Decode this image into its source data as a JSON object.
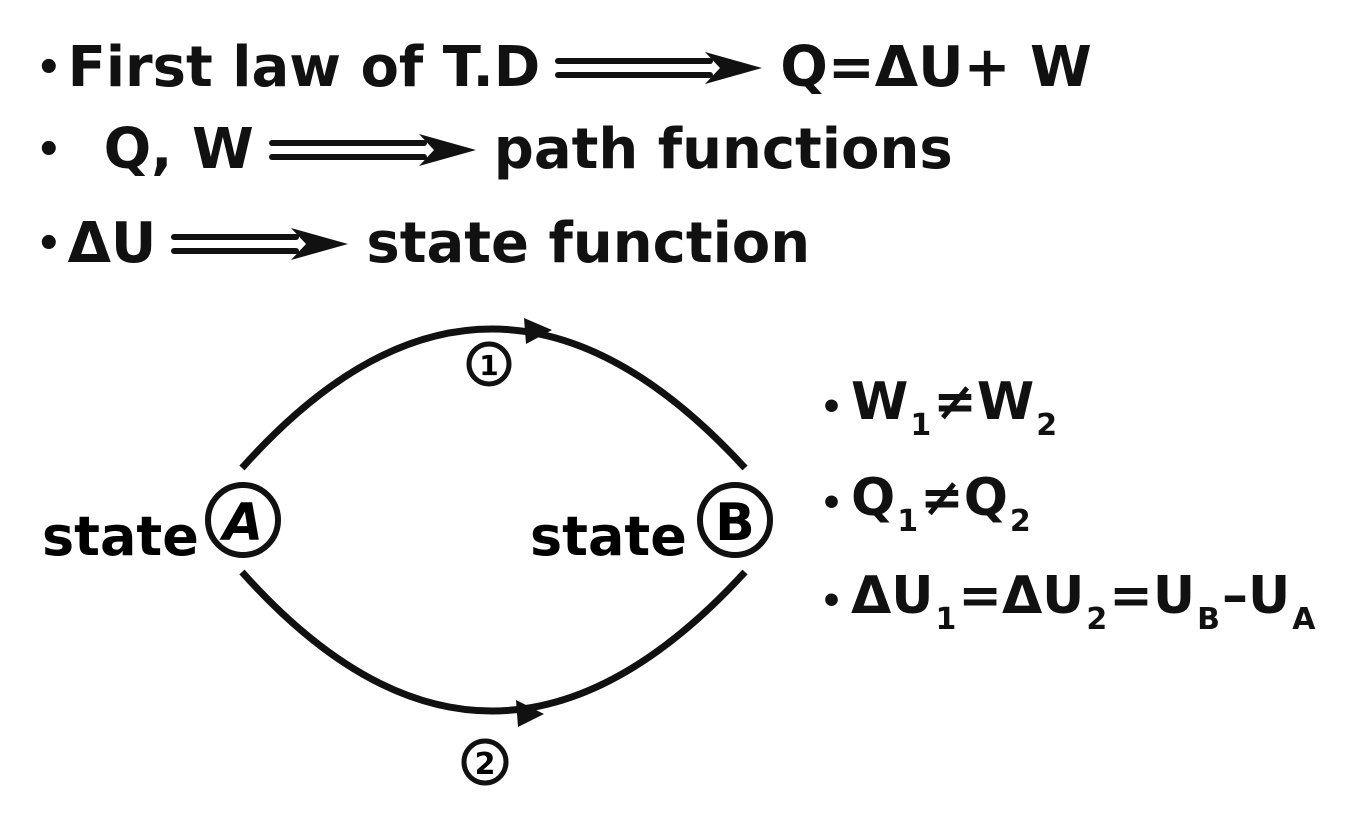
{
  "lines": [
    {
      "bullet": "•",
      "left": "First law of T.D",
      "right": "Q=ΔU+  W"
    },
    {
      "bullet": "•",
      "left": "Q, W",
      "right": "path functions"
    },
    {
      "bullet": "•",
      "left": "ΔU",
      "right": "state function"
    }
  ],
  "diagram": {
    "state_word": "state",
    "state_a": "A",
    "state_b": "B",
    "path_1": "1",
    "path_2": "2"
  },
  "relations": {
    "bullet": "•",
    "w1": "W",
    "w1_sub": "1",
    "ne1": "≠",
    "w2": "W",
    "w2_sub": "2",
    "q1": "Q",
    "q1_sub": "1",
    "ne2": "≠",
    "q2": "Q",
    "q2_sub": "2",
    "du1": "ΔU",
    "du1_sub": "1",
    "eq1": "=",
    "du2": "ΔU",
    "du2_sub": "2",
    "eq2": "=",
    "ub": "U",
    "ub_sub": "B",
    "minus": "–",
    "ua": "U",
    "ua_sub": "A"
  }
}
